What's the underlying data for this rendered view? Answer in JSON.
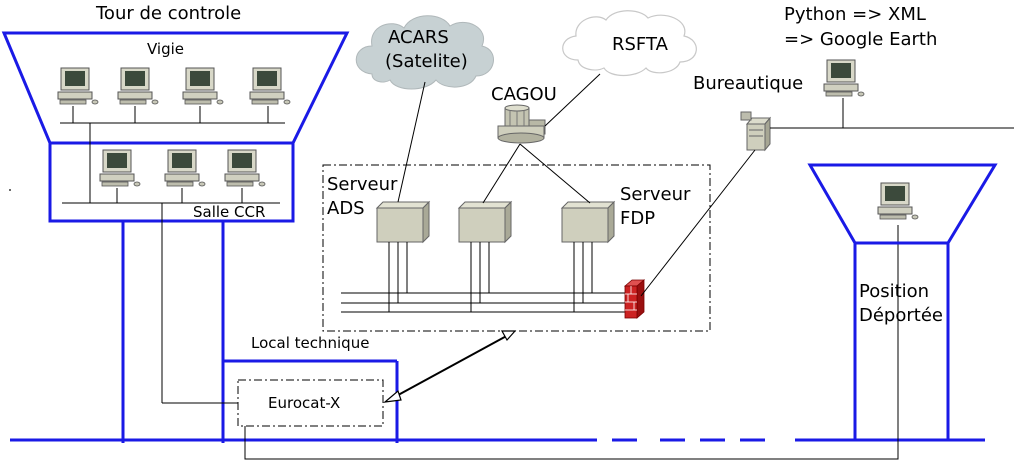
{
  "labels": {
    "tower_title": "Tour de controle",
    "vigie": "Vigie",
    "salle_ccr": "Salle CCR",
    "acars_line1": "ACARS",
    "acars_line2": "(Satelite)",
    "rsfta": "RSFTA",
    "cagou": "CAGOU",
    "python_line1": "Python => XML",
    "python_line2": "=> Google Earth",
    "bureautique": "Bureautique",
    "serveur_ads_line1": "Serveur",
    "serveur_ads_line2": "ADS",
    "serveur_fdp_line1": "Serveur",
    "serveur_fdp_line2": "FDP",
    "local_technique": "Local technique",
    "eurocat": "Eurocat-X",
    "position_line1": "Position",
    "position_line2": "Déportée"
  },
  "colors": {
    "tower_blue": "#1a1ae6",
    "acars_cloud": "#c7d1d3",
    "rsfta_cloud": "#ffffff",
    "server_fill": "#cfcfbd",
    "firewall": "#cc2222",
    "line": "#000000"
  },
  "icons": {
    "workstation": "computer-workstation-icon",
    "server": "server-tower-icon",
    "mainframe": "mainframe-icon",
    "firewall": "firewall-icon",
    "cloud": "cloud-icon"
  }
}
